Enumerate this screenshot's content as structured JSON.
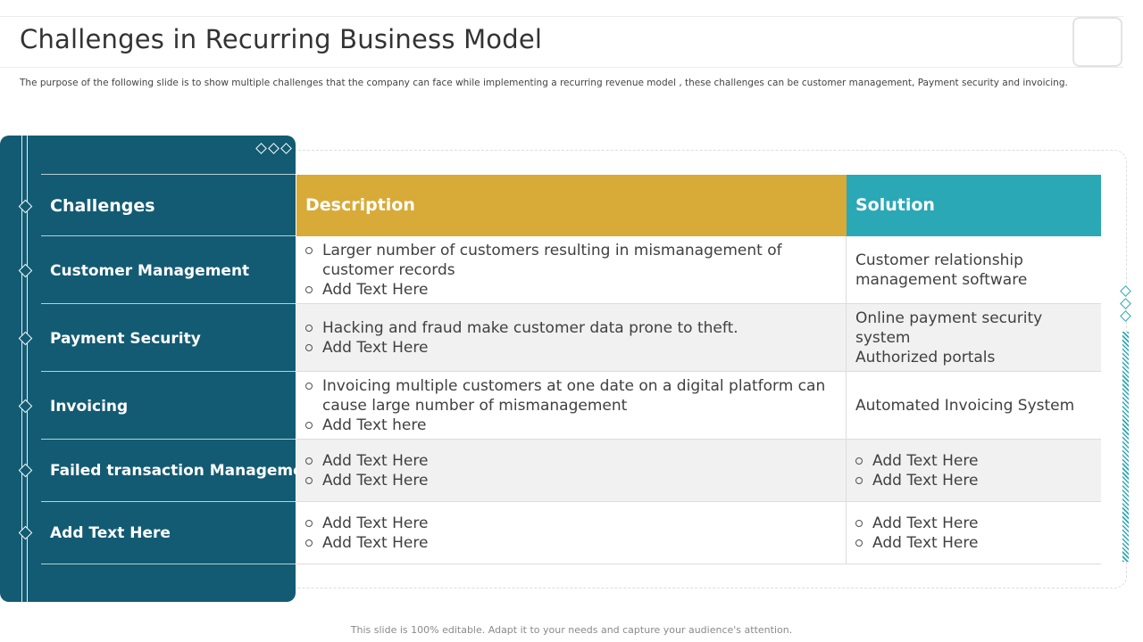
{
  "title": "Challenges in Recurring Business Model",
  "subtitle": "The purpose of the following slide  is to show multiple challenges  that the company can face while implementing a recurring revenue model  , these challenges  can be customer management,  Payment  security and invoicing.",
  "table": {
    "headers": {
      "challenges": "Challenges",
      "description": "Description",
      "solution": "Solution"
    },
    "rows": [
      {
        "challenge": "Customer Management",
        "description": [
          "Larger number of customers resulting in mismanagement of customer records",
          "Add Text Here"
        ],
        "solution": [
          "Customer relationship management software"
        ]
      },
      {
        "challenge": "Payment Security",
        "description": [
          "Hacking and fraud make customer data prone to theft.",
          "Add Text Here"
        ],
        "solution": [
          "Online payment security system",
          "Authorized portals"
        ]
      },
      {
        "challenge": "Invoicing",
        "description": [
          "Invoicing multiple customers at one date on a digital platform can cause large number of mismanagement",
          "Add Text here"
        ],
        "solution": [
          "Automated Invoicing System"
        ]
      },
      {
        "challenge": "Failed transaction Management",
        "description": [
          "Add Text Here",
          "Add Text Here"
        ],
        "solution": [
          "Add Text Here",
          "Add Text Here"
        ]
      },
      {
        "challenge": "Add Text Here",
        "description": [
          "Add Text Here",
          "Add Text Here"
        ],
        "solution": [
          "Add Text Here",
          "Add Text Here"
        ]
      }
    ]
  },
  "footer": "This slide is 100% editable. Adapt it to your needs and capture your audience's attention.",
  "colors": {
    "panel": "#135b73",
    "description_header": "#d8aa38",
    "solution_header": "#2aa8b6",
    "alt_row": "#f1f1f1"
  },
  "icons": [
    "diamond-icon",
    "bullet-circle-icon"
  ]
}
